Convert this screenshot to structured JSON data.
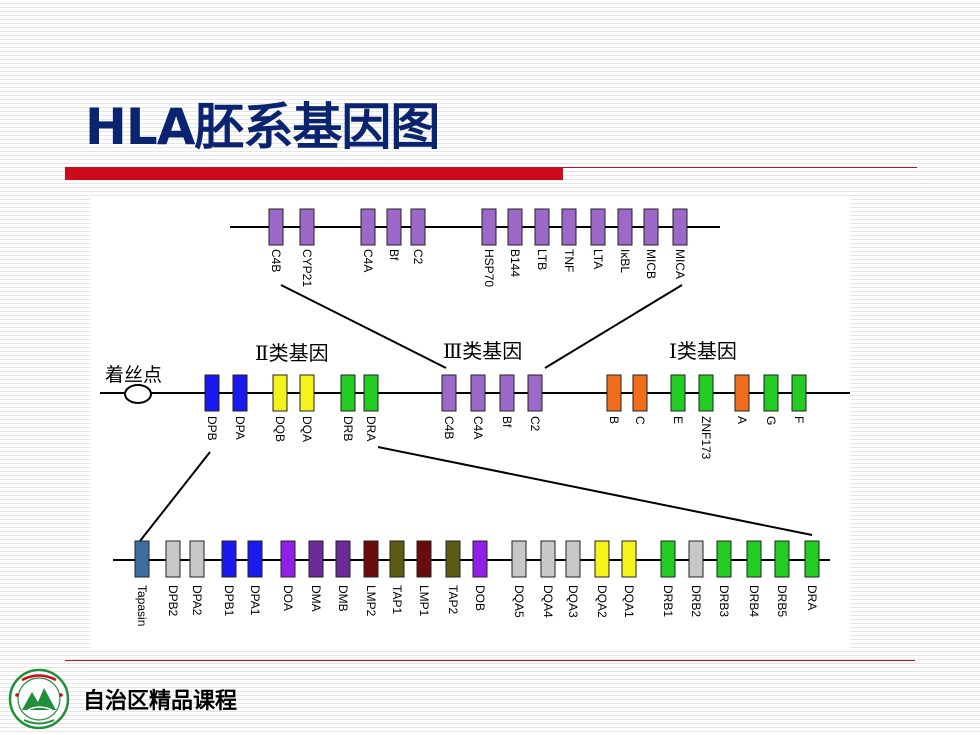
{
  "slide": {
    "title": "HLA胚系基因图",
    "footer": "自治区精品课程"
  },
  "diagram": {
    "top_row_genes": [
      "C4B",
      "CYP21",
      "C4A",
      "Bf",
      "C2",
      "HSP70",
      "B144",
      "LTB",
      "TNF",
      "LTA",
      "IκBL",
      "MICB",
      "MICA"
    ],
    "class_labels": {
      "class2": "Ⅱ类基因",
      "class3": "Ⅲ类基因",
      "class1": "Ⅰ类基因"
    },
    "centromere_label": "着丝点",
    "middle_row_genes": [
      "DPB",
      "DPA",
      "DQB",
      "DQA",
      "DRB",
      "DRA",
      "C4B",
      "C4A",
      "Bf",
      "C2",
      "B",
      "C",
      "E",
      "ZNF173",
      "A",
      "G",
      "F"
    ],
    "bottom_row_genes": [
      "Tapasin",
      "DPB2",
      "DPA2",
      "DPB1",
      "DPA1",
      "DOA",
      "DMA",
      "DMB",
      "LMP2",
      "TAP1",
      "LMP1",
      "TAP2",
      "DOB",
      "DQA5",
      "DQA4",
      "DQA3",
      "DQA2",
      "DQA1",
      "DRB1",
      "DRB2",
      "DRB3",
      "DRB4",
      "DRB5",
      "DRA"
    ],
    "colors": {
      "purple": "#9d69c9",
      "blue": "#1a1aee",
      "yellow": "#f4f41c",
      "green": "#22cc22",
      "orange": "#f06d1c",
      "grey": "#c8c8c8",
      "steel": "#3e6e9e",
      "violet": "#9020e8",
      "dark_purple": "#6a2a9a",
      "maroon": "#6a0c0c",
      "olive": "#5c5c14",
      "title": "#0b2470",
      "rule": "#cc0a1a"
    }
  }
}
